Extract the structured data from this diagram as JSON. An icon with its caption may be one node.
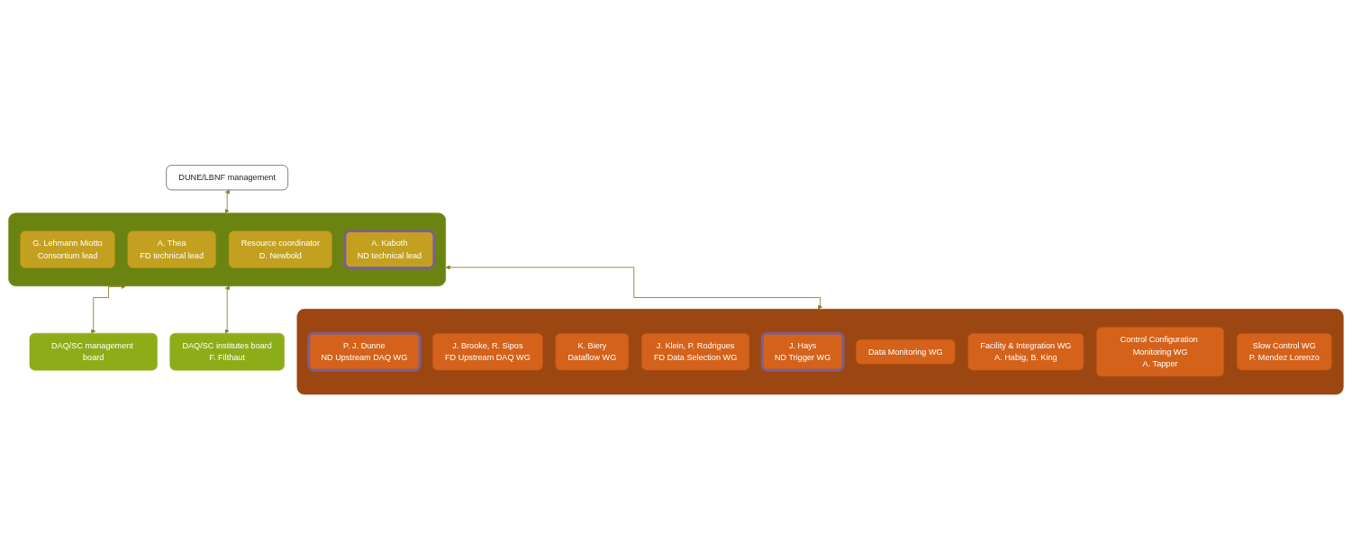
{
  "diagram": {
    "nodes": [
      {
        "text": [
          "DUNE/LBNF management"
        ]
      },
      {
        "text": [],
        "shape": "box"
      },
      {
        "text": [
          "G. Lehmann Miotto",
          "Consortium lead"
        ],
        "in": 1
      },
      {
        "text": [
          "A. Thea",
          "FD technical lead"
        ],
        "in": 1
      },
      {
        "text": [
          "Resource coordinator",
          "D. Newbold"
        ],
        "in": 1
      },
      {
        "text": [
          "A. Kaboth",
          "ND technical lead"
        ],
        "in": 1
      },
      {
        "text": [
          "DAQ/SC management board"
        ]
      },
      {
        "text": [
          "DAQ/SC institutes board",
          "F. Filthaut"
        ]
      },
      {
        "text": [],
        "shape": "box"
      },
      {
        "text": [
          "P. J. Dunne",
          "ND Upstream DAQ WG"
        ],
        "in": 8
      },
      {
        "text": [
          "J. Brooke, R. Sipos",
          "FD Upstream DAQ WG"
        ],
        "in": 8
      },
      {
        "text": [
          "K. Biery",
          "Dataflow WG"
        ],
        "in": 8
      },
      {
        "text": [
          "J. Klein, P. Rodrigues",
          "FD Data Selection WG"
        ],
        "in": 8
      },
      {
        "text": [
          "J. Hays",
          "ND Trigger WG"
        ],
        "in": 8
      },
      {
        "text": [
          "Data Monitoring WG"
        ],
        "in": 8
      },
      {
        "text": [
          "Facility & Integration WG",
          "A. Habig, B. King"
        ],
        "in": 8
      },
      {
        "text": [
          "Control Configuration Monitoring WG",
          "A. Tapper"
        ],
        "in": 8
      },
      {
        "text": [
          "Slow Control WG",
          "P. Mendez Lorenzo"
        ],
        "in": 8
      }
    ],
    "edges": [
      {
        "from": 0,
        "to": 1,
        "arrow": "both"
      },
      {
        "from": 1,
        "to": 6,
        "arrow": "both"
      },
      {
        "from": 1,
        "to": 7,
        "arrow": "both"
      },
      {
        "from": 1,
        "to": 8,
        "arrow": "both"
      }
    ]
  }
}
